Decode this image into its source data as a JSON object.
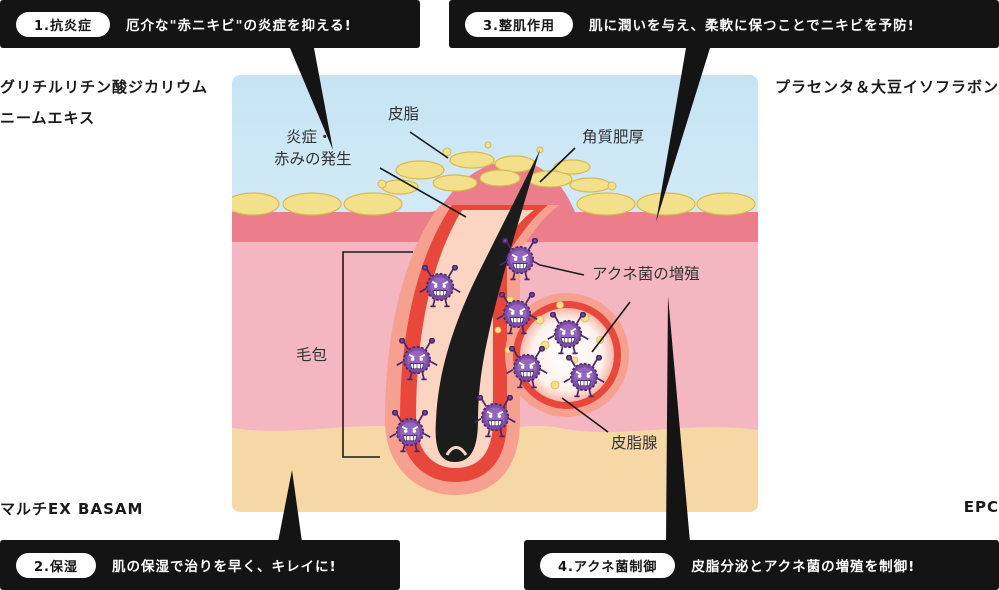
{
  "callouts": [
    {
      "tag": "1.抗炎症",
      "text": "厄介な\"赤ニキビ\"の炎症を抑える!"
    },
    {
      "tag": "3.整肌作用",
      "text": "肌に潤いを与え、柔軟に保つことでニキビを予防!"
    },
    {
      "tag": "2.保湿",
      "text": "肌の保湿で治りを早く、キレイに!"
    },
    {
      "tag": "4.アクネ菌制御",
      "text": "皮脂分泌とアクネ菌の増殖を制御!"
    }
  ],
  "ingredients": {
    "top_left": [
      "グリチルリチン酸ジカリウム",
      "ニームエキス"
    ],
    "top_right": "プラセンタ＆大豆イソフラボン",
    "bottom_left": "マルチEX BASAM",
    "bottom_right": "EPC"
  },
  "labels": {
    "sebum": "皮脂",
    "inflammation": [
      "炎症・",
      "赤みの発生"
    ],
    "keratin": "角質肥厚",
    "acne_growth": "アクネ菌の増殖",
    "follicle": "毛包",
    "sebaceous_gland": "皮脂腺"
  },
  "colors": {
    "box_bg": "#141414",
    "sky": "#cfe9f6",
    "epidermis": "#ec7d8a",
    "dermis": "#f4b6c1",
    "fat": "#f6d7a6",
    "sebum": "#f3e08b",
    "inflamed": "#e8473c",
    "bacteria": "#7d4da6"
  }
}
